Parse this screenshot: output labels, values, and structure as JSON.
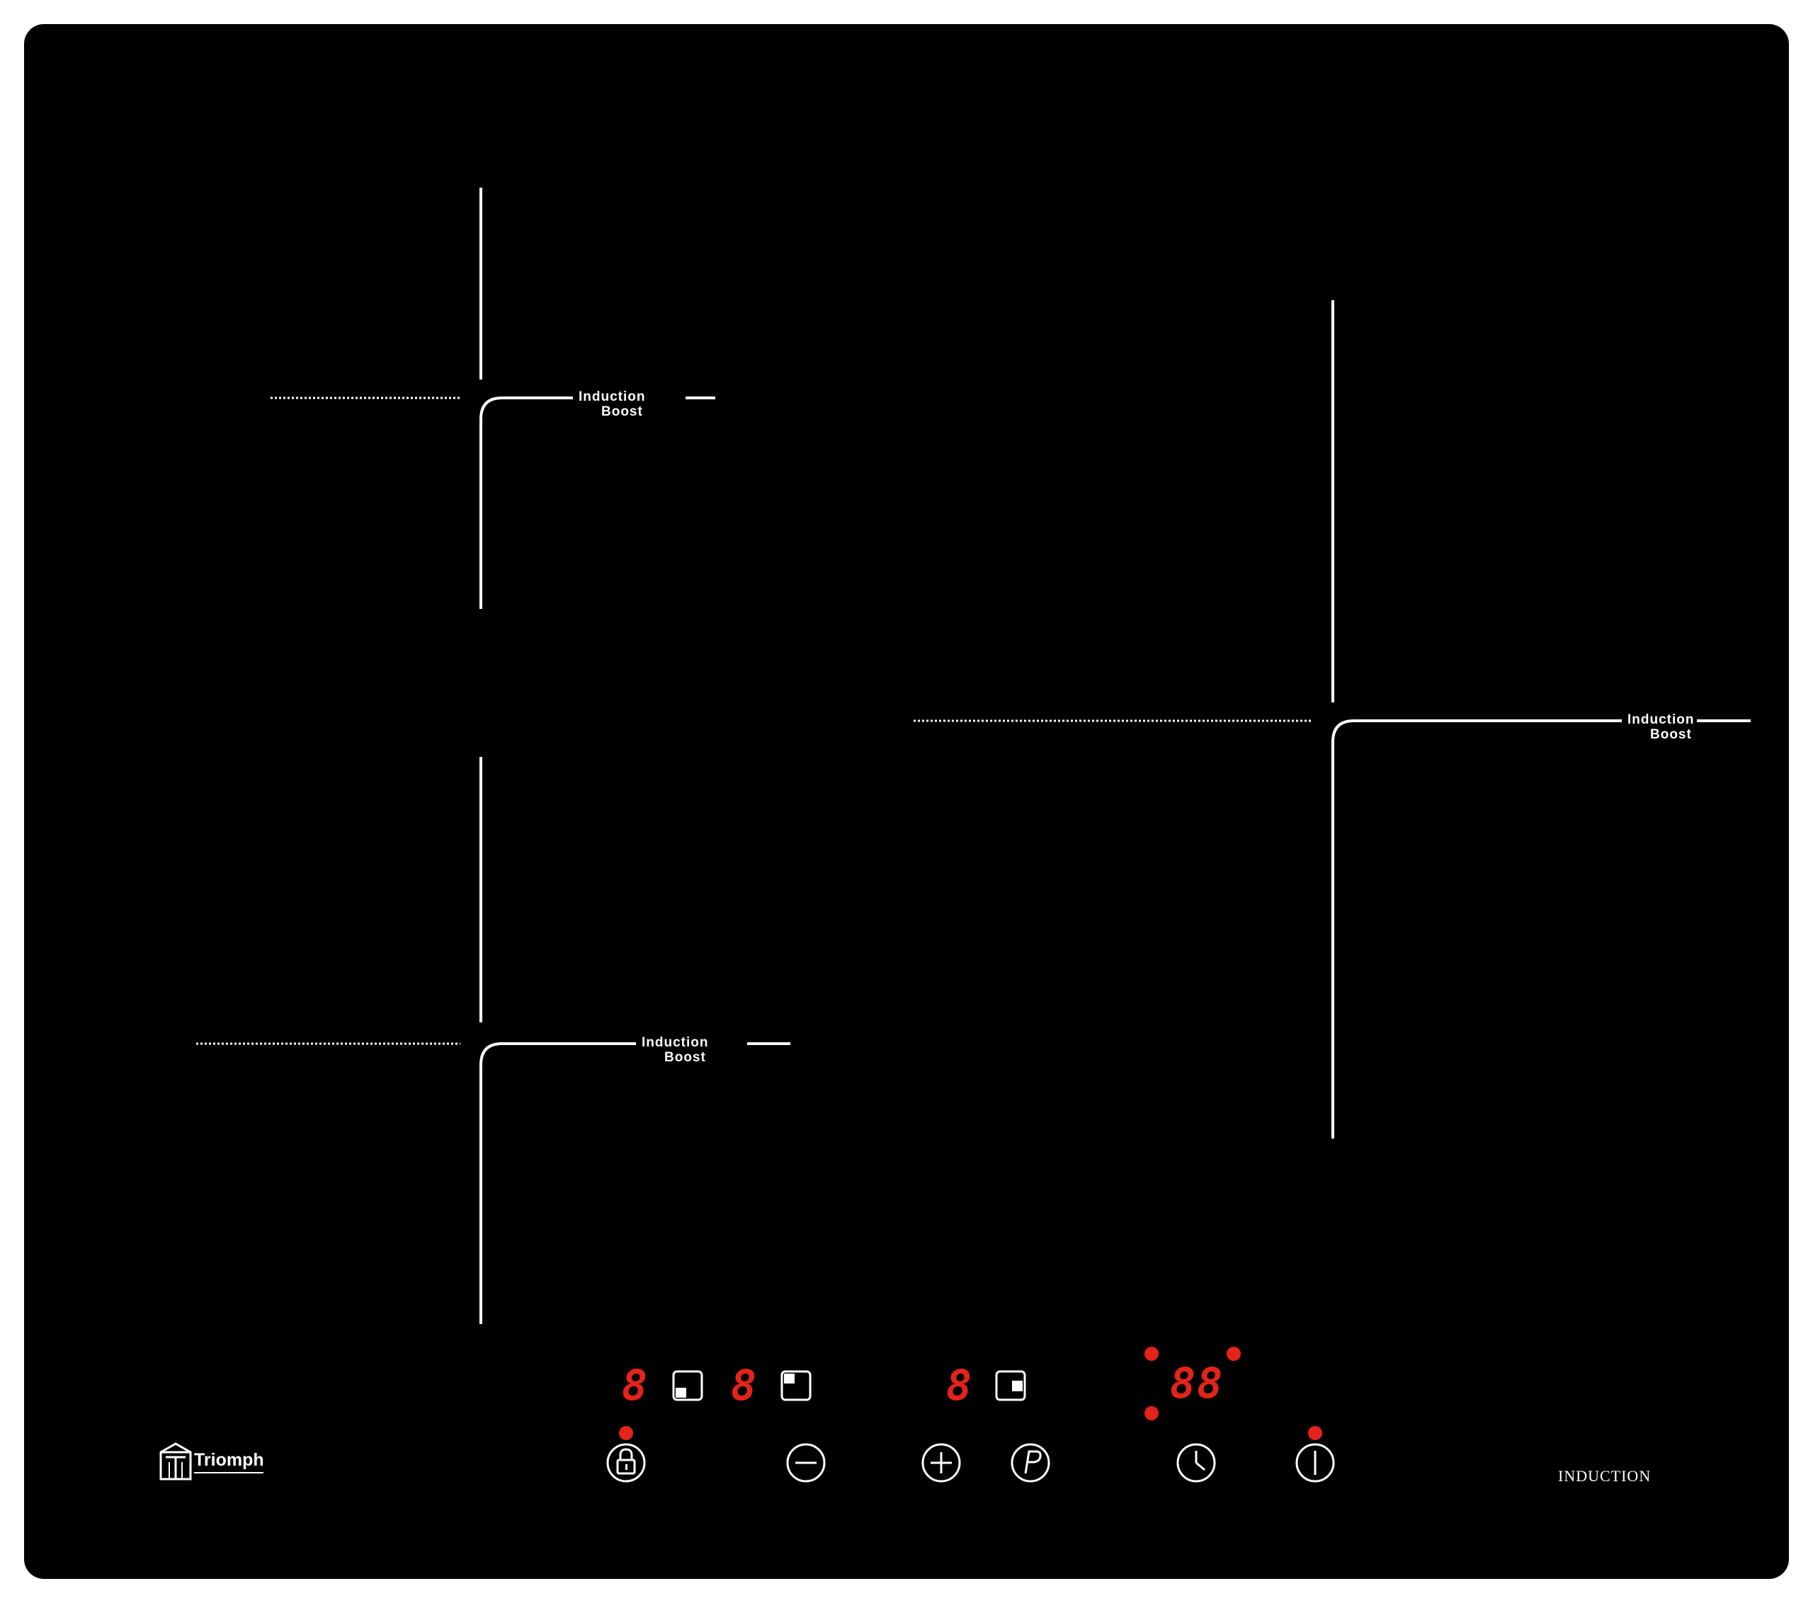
{
  "zones": [
    {
      "id": "rear-left",
      "label_line1": "Induction",
      "label_line2": "Boost"
    },
    {
      "id": "front-left",
      "label_line1": "Induction",
      "label_line2": "Boost"
    },
    {
      "id": "right",
      "label_line1": "Induction",
      "label_line2": "Boost"
    }
  ],
  "displays": {
    "zone_front_left_level": "8",
    "zone_rear_left_level": "8",
    "zone_right_level": "8",
    "timer": "88"
  },
  "controls": {
    "lock_icon": "padlock-icon",
    "minus_icon": "minus-icon",
    "plus_icon": "plus-icon",
    "pause_icon": "p-icon",
    "timer_icon": "clock-icon",
    "power_icon": "power-icon"
  },
  "brand": {
    "name": "Triomph",
    "type": "INDUCTION"
  },
  "colors": {
    "panel": "#000000",
    "marking": "#ffffff",
    "indicator": "#e4231b"
  }
}
